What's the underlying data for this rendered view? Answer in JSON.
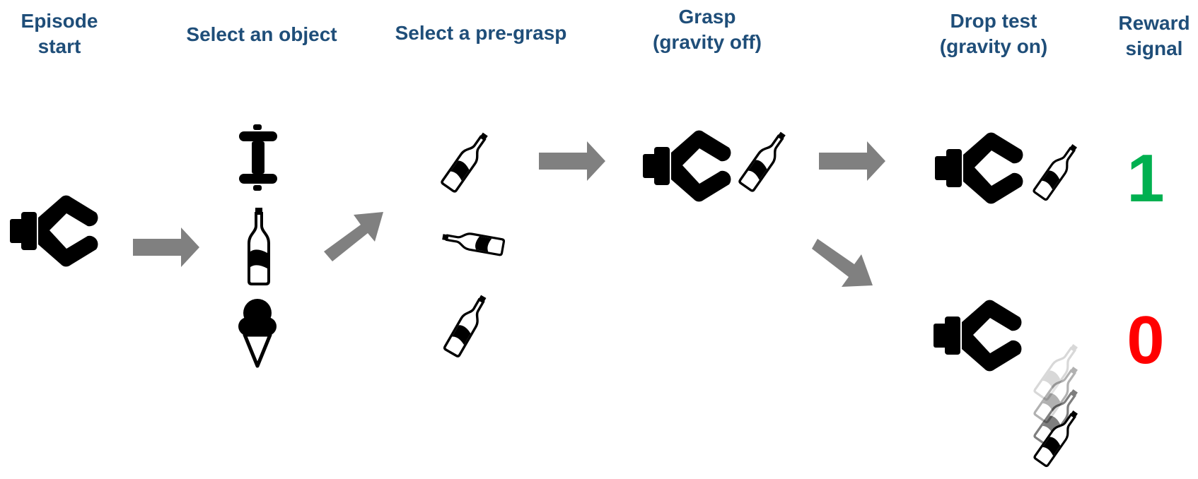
{
  "stages": [
    {
      "line1": "Episode",
      "line2": "start"
    },
    {
      "line1": "Select an object",
      "line2": ""
    },
    {
      "line1": "Select a pre-grasp",
      "line2": ""
    },
    {
      "line1": "Grasp",
      "line2": "(gravity off)"
    },
    {
      "line1": "Drop test",
      "line2": "(gravity on)"
    },
    {
      "line1": "Reward",
      "line2": "signal"
    }
  ],
  "rewards": {
    "success": "1",
    "failure": "0"
  },
  "colors": {
    "label": "#1f4e79",
    "arrow": "#808080",
    "icon": "#000000",
    "success": "#00b050",
    "failure": "#ff0000"
  },
  "icons": {
    "gripper": "gripper-icon",
    "objects": [
      "dumbbell-icon",
      "bottle-icon",
      "ice-cream-icon"
    ]
  }
}
